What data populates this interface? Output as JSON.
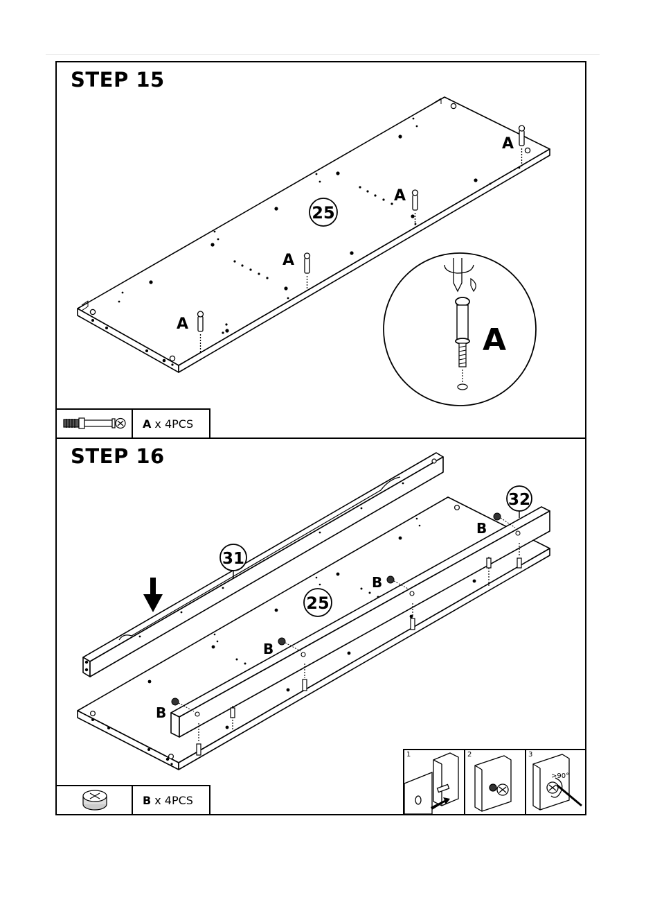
{
  "step15": {
    "title": "STEP 15",
    "panel_number": "25",
    "callout_letter": "A",
    "detail_letter": "A",
    "parts": {
      "letter": "A",
      "quantity": "x 4PCS",
      "icon": "cam-dowel-icon"
    }
  },
  "step16": {
    "title": "STEP 16",
    "panel_numbers": {
      "main": "25",
      "left_rail": "31",
      "right_rail": "32"
    },
    "callout_letter": "B",
    "parts": {
      "letter": "B",
      "quantity": "x 4PCS",
      "icon": "cam-lock-icon"
    },
    "inset": {
      "steps": [
        "1",
        "2",
        "3"
      ],
      "angle_label": ">90°"
    }
  }
}
